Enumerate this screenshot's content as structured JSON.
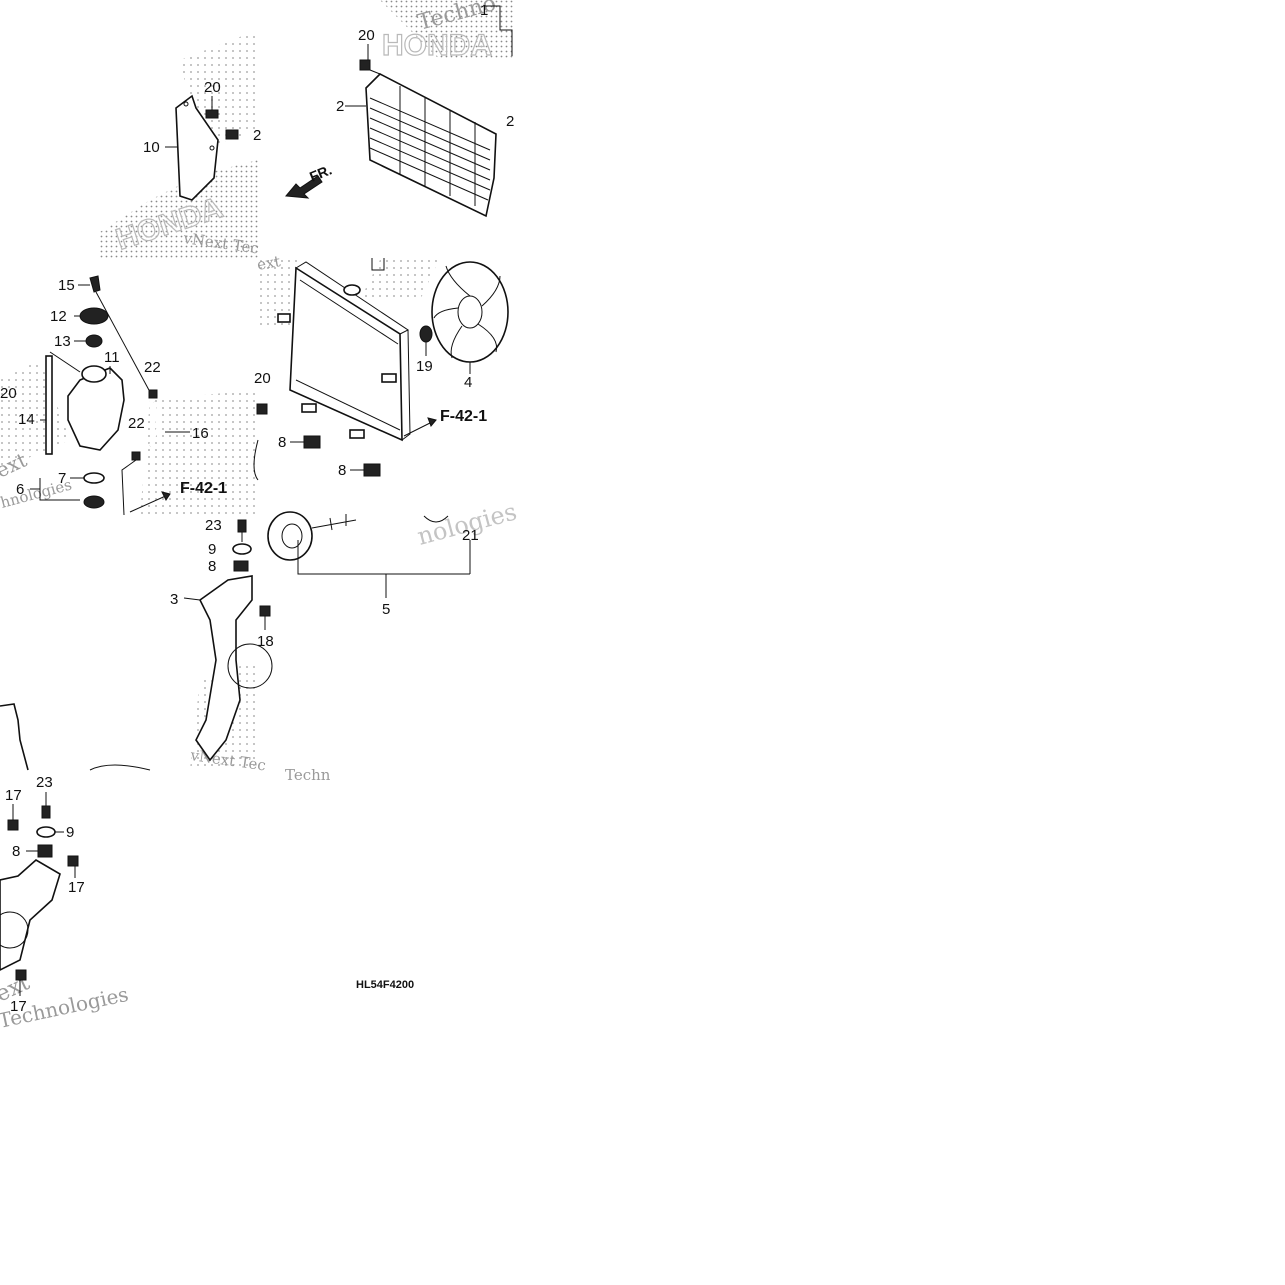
{
  "diagram": {
    "drawing_code": "HL54F4200",
    "reference_tag": "F-42-1",
    "front_arrow_label": "FR.",
    "watermarks": {
      "lines": [
        "vNext Technologies",
        "vNext Tec",
        "Technologies",
        "Techn",
        "nologies",
        "Technologies",
        "ext",
        "hnologies",
        "Techno"
      ],
      "brand_outline": "HONDA"
    },
    "labels": {
      "l1": "1",
      "l2": "2",
      "l2b": "2",
      "l2c": "2",
      "l3": "3",
      "l4": "4",
      "l5": "5",
      "l6": "6",
      "l7": "7",
      "l8a": "8",
      "l8b": "8",
      "l8c": "8",
      "l8d": "8",
      "l9a": "9",
      "l9b": "9",
      "l10": "10",
      "l11": "11",
      "l12": "12",
      "l13": "13",
      "l14": "14",
      "l15": "15",
      "l16": "16",
      "l17a": "17",
      "l17b": "17",
      "l17c": "17",
      "l18": "18",
      "l19": "19",
      "l20a": "20",
      "l20b": "20",
      "l20c": "20",
      "l20d": "20",
      "l21": "21",
      "l22a": "22",
      "l22b": "22",
      "l23a": "23",
      "l23b": "23"
    }
  }
}
